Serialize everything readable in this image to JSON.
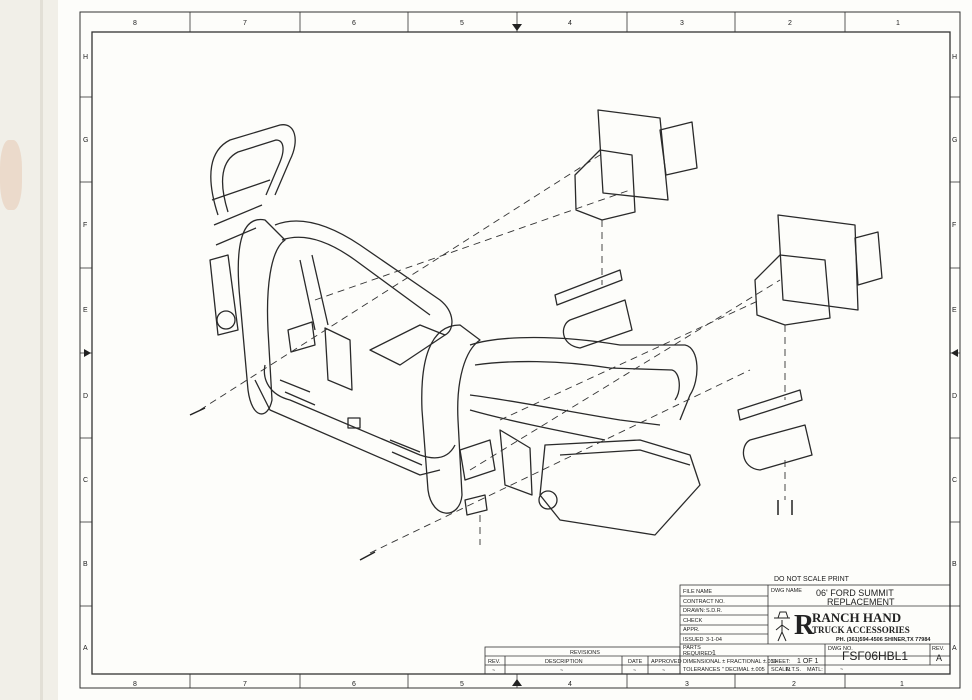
{
  "borders": {
    "columns": [
      "8",
      "7",
      "6",
      "5",
      "4",
      "3",
      "2",
      "1"
    ],
    "rows": [
      "H",
      "G",
      "F",
      "E",
      "D",
      "C",
      "B",
      "A"
    ]
  },
  "note": "DO NOT SCALE PRINT",
  "title_block": {
    "file_name_label": "FILE NAME",
    "contract_label": "CONTRACT NO.",
    "drawn_label": "DRAWN:",
    "drawn_value": "S.D.R.",
    "check_label": "CHECK",
    "appr_label": "APPR.",
    "issued_label": "ISSUED",
    "issued_value": "3-1-04",
    "dwg_name_label": "DWG NAME",
    "dwg_name_line1": "06' FORD SUMMIT",
    "dwg_name_line2": "REPLACEMENT",
    "parts_label": "PARTS",
    "required_label": "REQUIRED:",
    "required_value": "1",
    "dimensional_label": "DIMENSIONAL ± FRACTIONAL ±.010",
    "tolerances_label": "TOLERANCES \" DECIMAL ±.005",
    "sheet_label": "SHEET:",
    "sheet_value": "1 OF 1",
    "scale_label": "SCALE:",
    "scale_value": "N.T.S.",
    "matl_label": "MATL:",
    "matl_value": "~",
    "dwg_no_label": "DWG NO.",
    "dwg_no_value": "FSF06HBL1",
    "rev_label": "REV.",
    "rev_value": "A"
  },
  "company": {
    "name_line1": "RANCH HAND",
    "name_line2": "TRUCK ACCESSORIES",
    "contact": "PH. (361)594-4506 SHINER,TX 77984"
  },
  "revisions": {
    "title": "REVISIONS",
    "headers": [
      "REV.",
      "DESCRIPTION",
      "DATE",
      "APPROVED"
    ],
    "row": [
      "~",
      "~",
      "~",
      "~"
    ]
  }
}
